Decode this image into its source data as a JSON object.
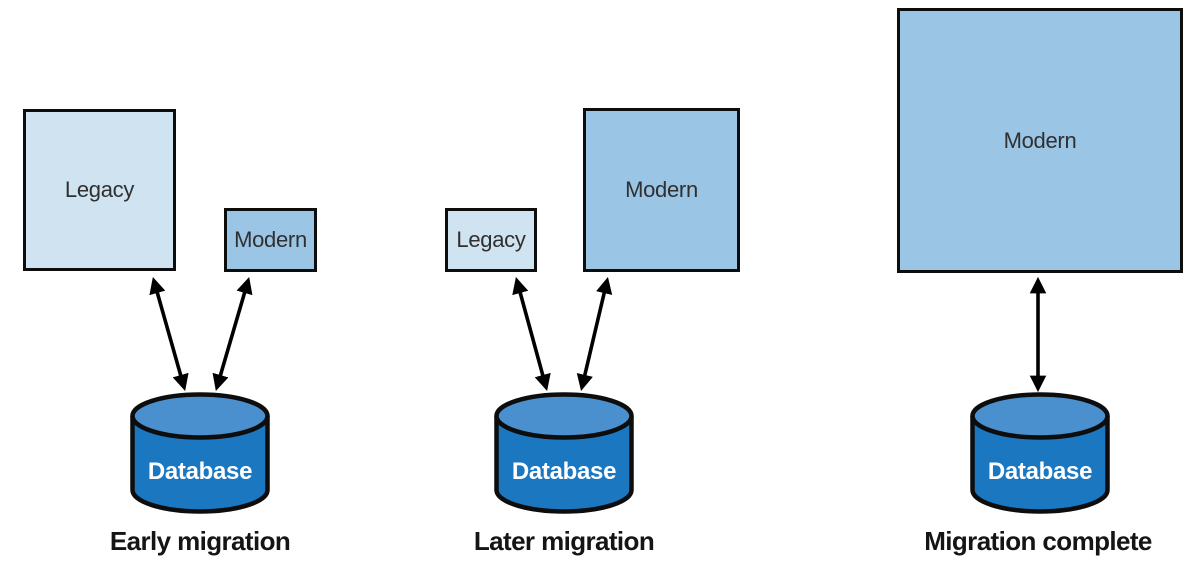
{
  "title": "Database migration stages diagram",
  "colors": {
    "legacy_fill": "#cfe3f1",
    "modern_fill": "#9ac5e5",
    "database_body": "#1c77c1",
    "database_top": "#4a90cf",
    "database_text": "#ffffff",
    "outline": "#0d0d0d",
    "arrow": "#000000",
    "box_text": "#303030",
    "caption_text": "#151515"
  },
  "panels": [
    {
      "caption": "Early migration",
      "boxes": [
        {
          "label": "Legacy",
          "type": "legacy",
          "size": "large"
        },
        {
          "label": "Modern",
          "type": "modern",
          "size": "small"
        }
      ],
      "database_label": "Database",
      "connections": [
        "Legacy-Database",
        "Modern-Database"
      ]
    },
    {
      "caption": "Later migration",
      "boxes": [
        {
          "label": "Legacy",
          "type": "legacy",
          "size": "small"
        },
        {
          "label": "Modern",
          "type": "modern",
          "size": "large"
        }
      ],
      "database_label": "Database",
      "connections": [
        "Legacy-Database",
        "Modern-Database"
      ]
    },
    {
      "caption": "Migration complete",
      "boxes": [
        {
          "label": "Modern",
          "type": "modern",
          "size": "xlarge"
        }
      ],
      "database_label": "Database",
      "connections": [
        "Modern-Database"
      ]
    }
  ]
}
